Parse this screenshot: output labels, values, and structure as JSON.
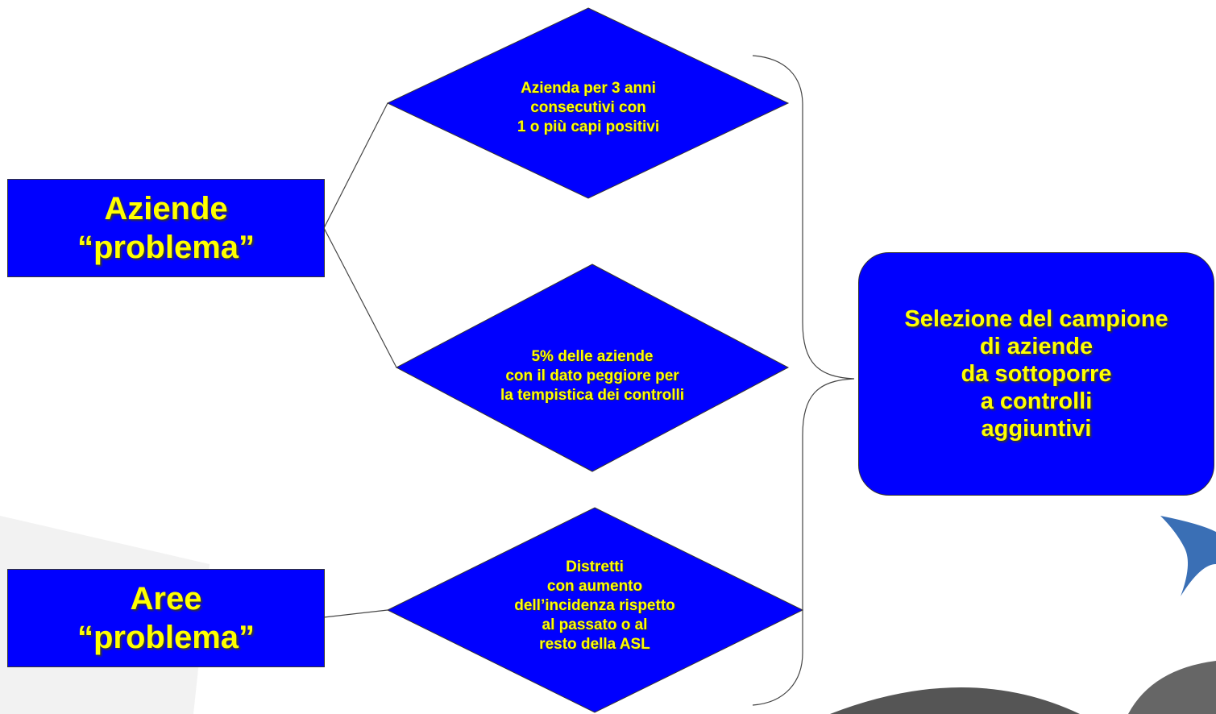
{
  "colors": {
    "box_fill": "#0000ff",
    "text": "#ffff00",
    "line": "#444444",
    "background": "#ffffff"
  },
  "left_boxes": {
    "aziende": [
      "Aziende",
      "“problema”"
    ],
    "aree": [
      "Aree",
      "“problema”"
    ]
  },
  "diamonds": {
    "d1": [
      "Azienda per 3 anni",
      "consecutivi con",
      "1 o più capi positivi"
    ],
    "d2": [
      "5% delle aziende",
      "con  il dato peggiore per",
      "la tempistica dei controlli"
    ],
    "d3": [
      "Distretti",
      "con aumento",
      "dell’incidenza rispetto",
      "al passato o al",
      "resto della ASL"
    ]
  },
  "result_box": [
    "Selezione del campione",
    "di aziende",
    "da sottoporre",
    "a controlli",
    "aggiuntivi"
  ]
}
